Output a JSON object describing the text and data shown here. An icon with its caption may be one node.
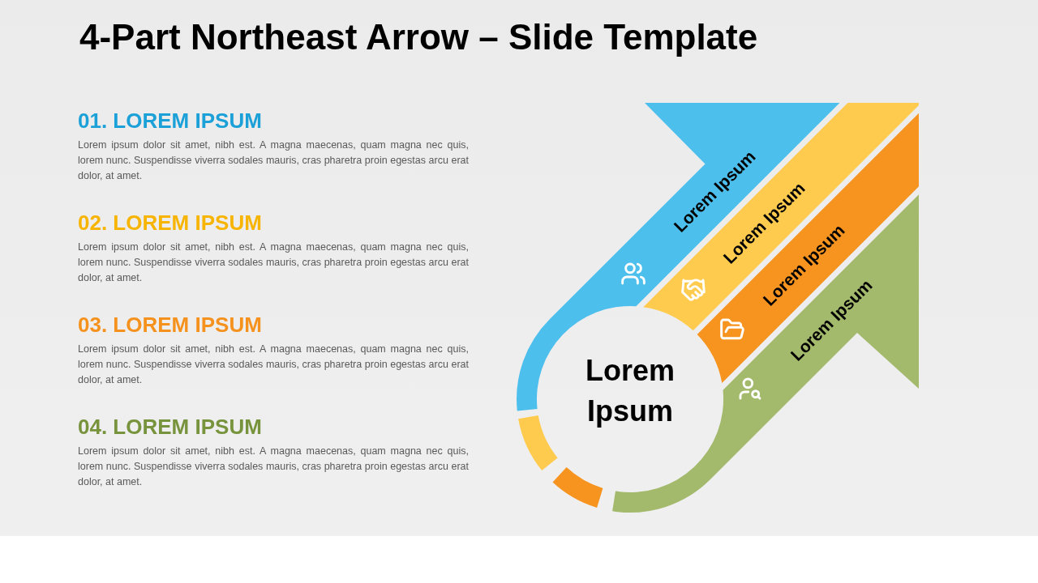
{
  "diagram": {
    "title": "4-Part Northeast Arrow – Slide Template",
    "nodes": [
      {
        "text": [
          "Lorem Ipsum"
        ]
      },
      {
        "text": [
          "Lorem Ipsum"
        ]
      },
      {
        "text": [
          "Lorem Ipsum"
        ]
      },
      {
        "text": [
          "Lorem Ipsum"
        ]
      },
      {
        "text": [
          "Lorem Ipsum"
        ]
      }
    ],
    "labels": [
      "01. LOREM IPSUM",
      "Lorem ipsum dolor sit amet, nibh est. A magna maecenas, quam magna nec quis, lorem nunc. Suspendisse viverra sodales mauris, cras pharetra proin egestas arcu erat dolor, at amet.",
      "02. LOREM IPSUM",
      "Lorem ipsum dolor sit amet, nibh est. A magna maecenas, quam magna nec quis, lorem nunc. Suspendisse viverra sodales mauris, cras pharetra proin egestas arcu erat dolor, at amet.",
      "03. LOREM IPSUM",
      "Lorem ipsum dolor sit amet, nibh est. A magna maecenas, quam magna nec quis, lorem nunc. Suspendisse viverra sodales mauris, cras pharetra proin egestas arcu erat dolor, at amet.",
      "04. LOREM IPSUM",
      "Lorem ipsum dolor sit amet, nibh est. A magna maecenas, quam magna nec quis, lorem nunc. Suspendisse viverra sodales mauris, cras pharetra proin egestas arcu erat dolor, at amet."
    ]
  }
}
